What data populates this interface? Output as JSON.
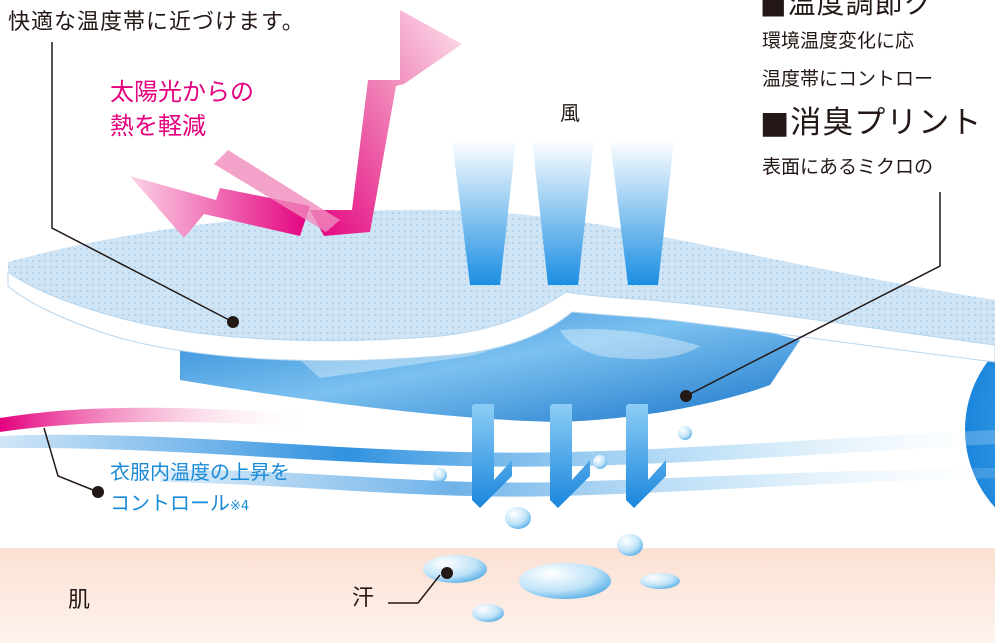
{
  "texts": {
    "top_caption": "快適な温度帯に近づけます。",
    "sun_line1": "太陽光からの",
    "sun_line2": "熱を軽減",
    "wind": "風",
    "header_temp": "■温度調節ク",
    "body_temp1": "環境温度変化に応",
    "body_temp2": "温度帯にコントロー",
    "header_deodor": "■消臭プリント",
    "body_deodor": "表面にあるミクロの",
    "inner_line1": "衣服内温度の上昇を",
    "inner_line2": "コントロール",
    "inner_note": "※4",
    "skin": "肌",
    "sweat": "汗"
  },
  "colors": {
    "pink": "#e4007f",
    "blue_text": "#1a8ad6",
    "arrow_blue": "#1e90e0",
    "skin_top": "#fbe3d8",
    "fabric": "#cfe4f5",
    "text": "#231815"
  }
}
